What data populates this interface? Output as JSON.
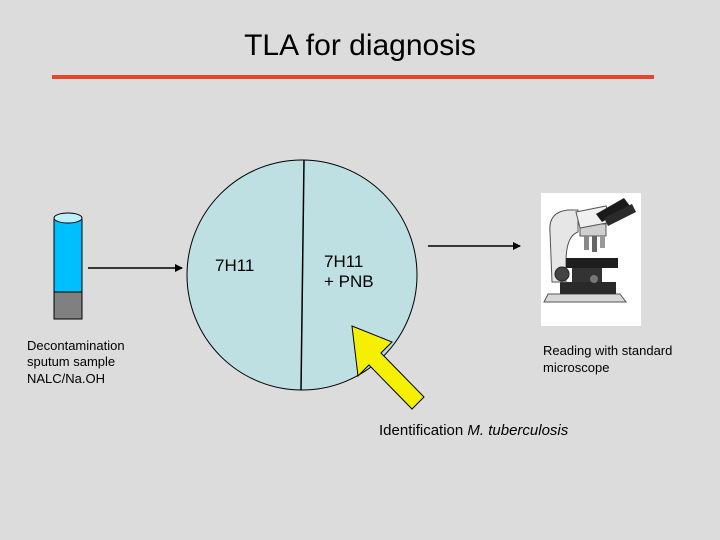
{
  "title": "TLA for diagnosis",
  "sample": {
    "line1": "Decontamination",
    "line2": "sputum sample",
    "line3": "NALC/Na.OH"
  },
  "plate": {
    "left_label": "7H11",
    "right_label_line1": "7H11",
    "right_label_line2": "+ PNB"
  },
  "reading": {
    "line1": "Reading with standard",
    "line2": "microscope"
  },
  "identification": {
    "prefix": "Identification ",
    "organism": "M. tuberculosis"
  },
  "icons": {
    "tube": "test-tube-icon",
    "microscope": "microscope-icon",
    "highlight_arrow": "yellow-arrow-icon"
  },
  "colors": {
    "background": "#dcdcdc",
    "title_rule": "#e8442a",
    "plate_fill": "#bfe0e3",
    "tube_liquid": "#00bfff",
    "tube_sediment": "#808080",
    "highlight_arrow": "#f5f000"
  }
}
